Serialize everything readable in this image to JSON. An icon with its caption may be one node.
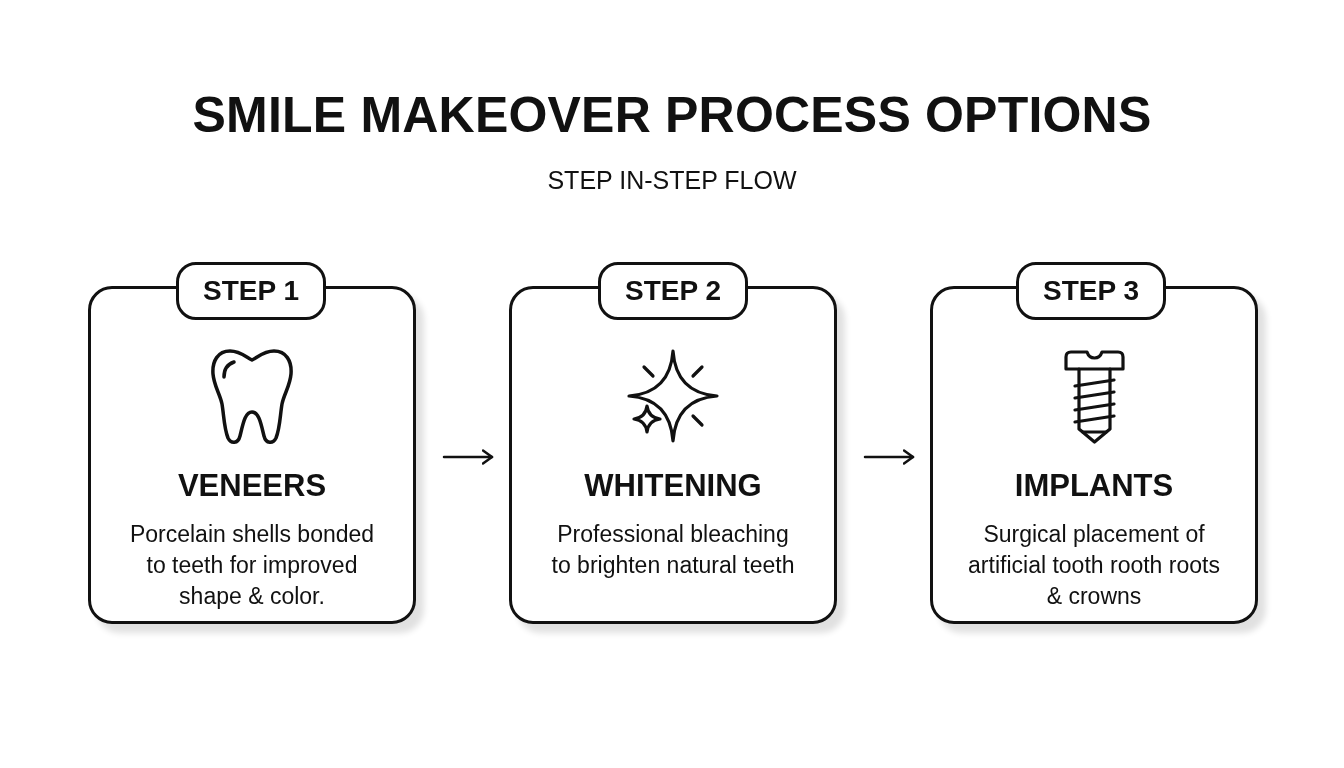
{
  "diagram": {
    "title": "SMILE MAKEOVER PROCESS OPTIONS",
    "nodes": [
      {
        "text": [
          "STEP 1"
        ]
      },
      {
        "text": [
          "VENEERS",
          "Porcelain shells bonded to teeth for improved shape & color."
        ]
      },
      {
        "text": [
          "STEP 2"
        ]
      },
      {
        "text": [
          "WHITENING",
          "Professional bleaching to brighten natural teeth"
        ]
      },
      {
        "text": [
          "STEP 3"
        ]
      },
      {
        "text": [
          "IMPLANTS",
          "Surgical placement of artificial tooth rooth roots & crowns"
        ]
      }
    ],
    "edges": [
      {
        "from": 1,
        "to": 3,
        "arrow": "to"
      },
      {
        "from": 3,
        "to": 5,
        "arrow": "to"
      }
    ],
    "labels": [
      "STEP IN-STEP FLOW"
    ]
  }
}
